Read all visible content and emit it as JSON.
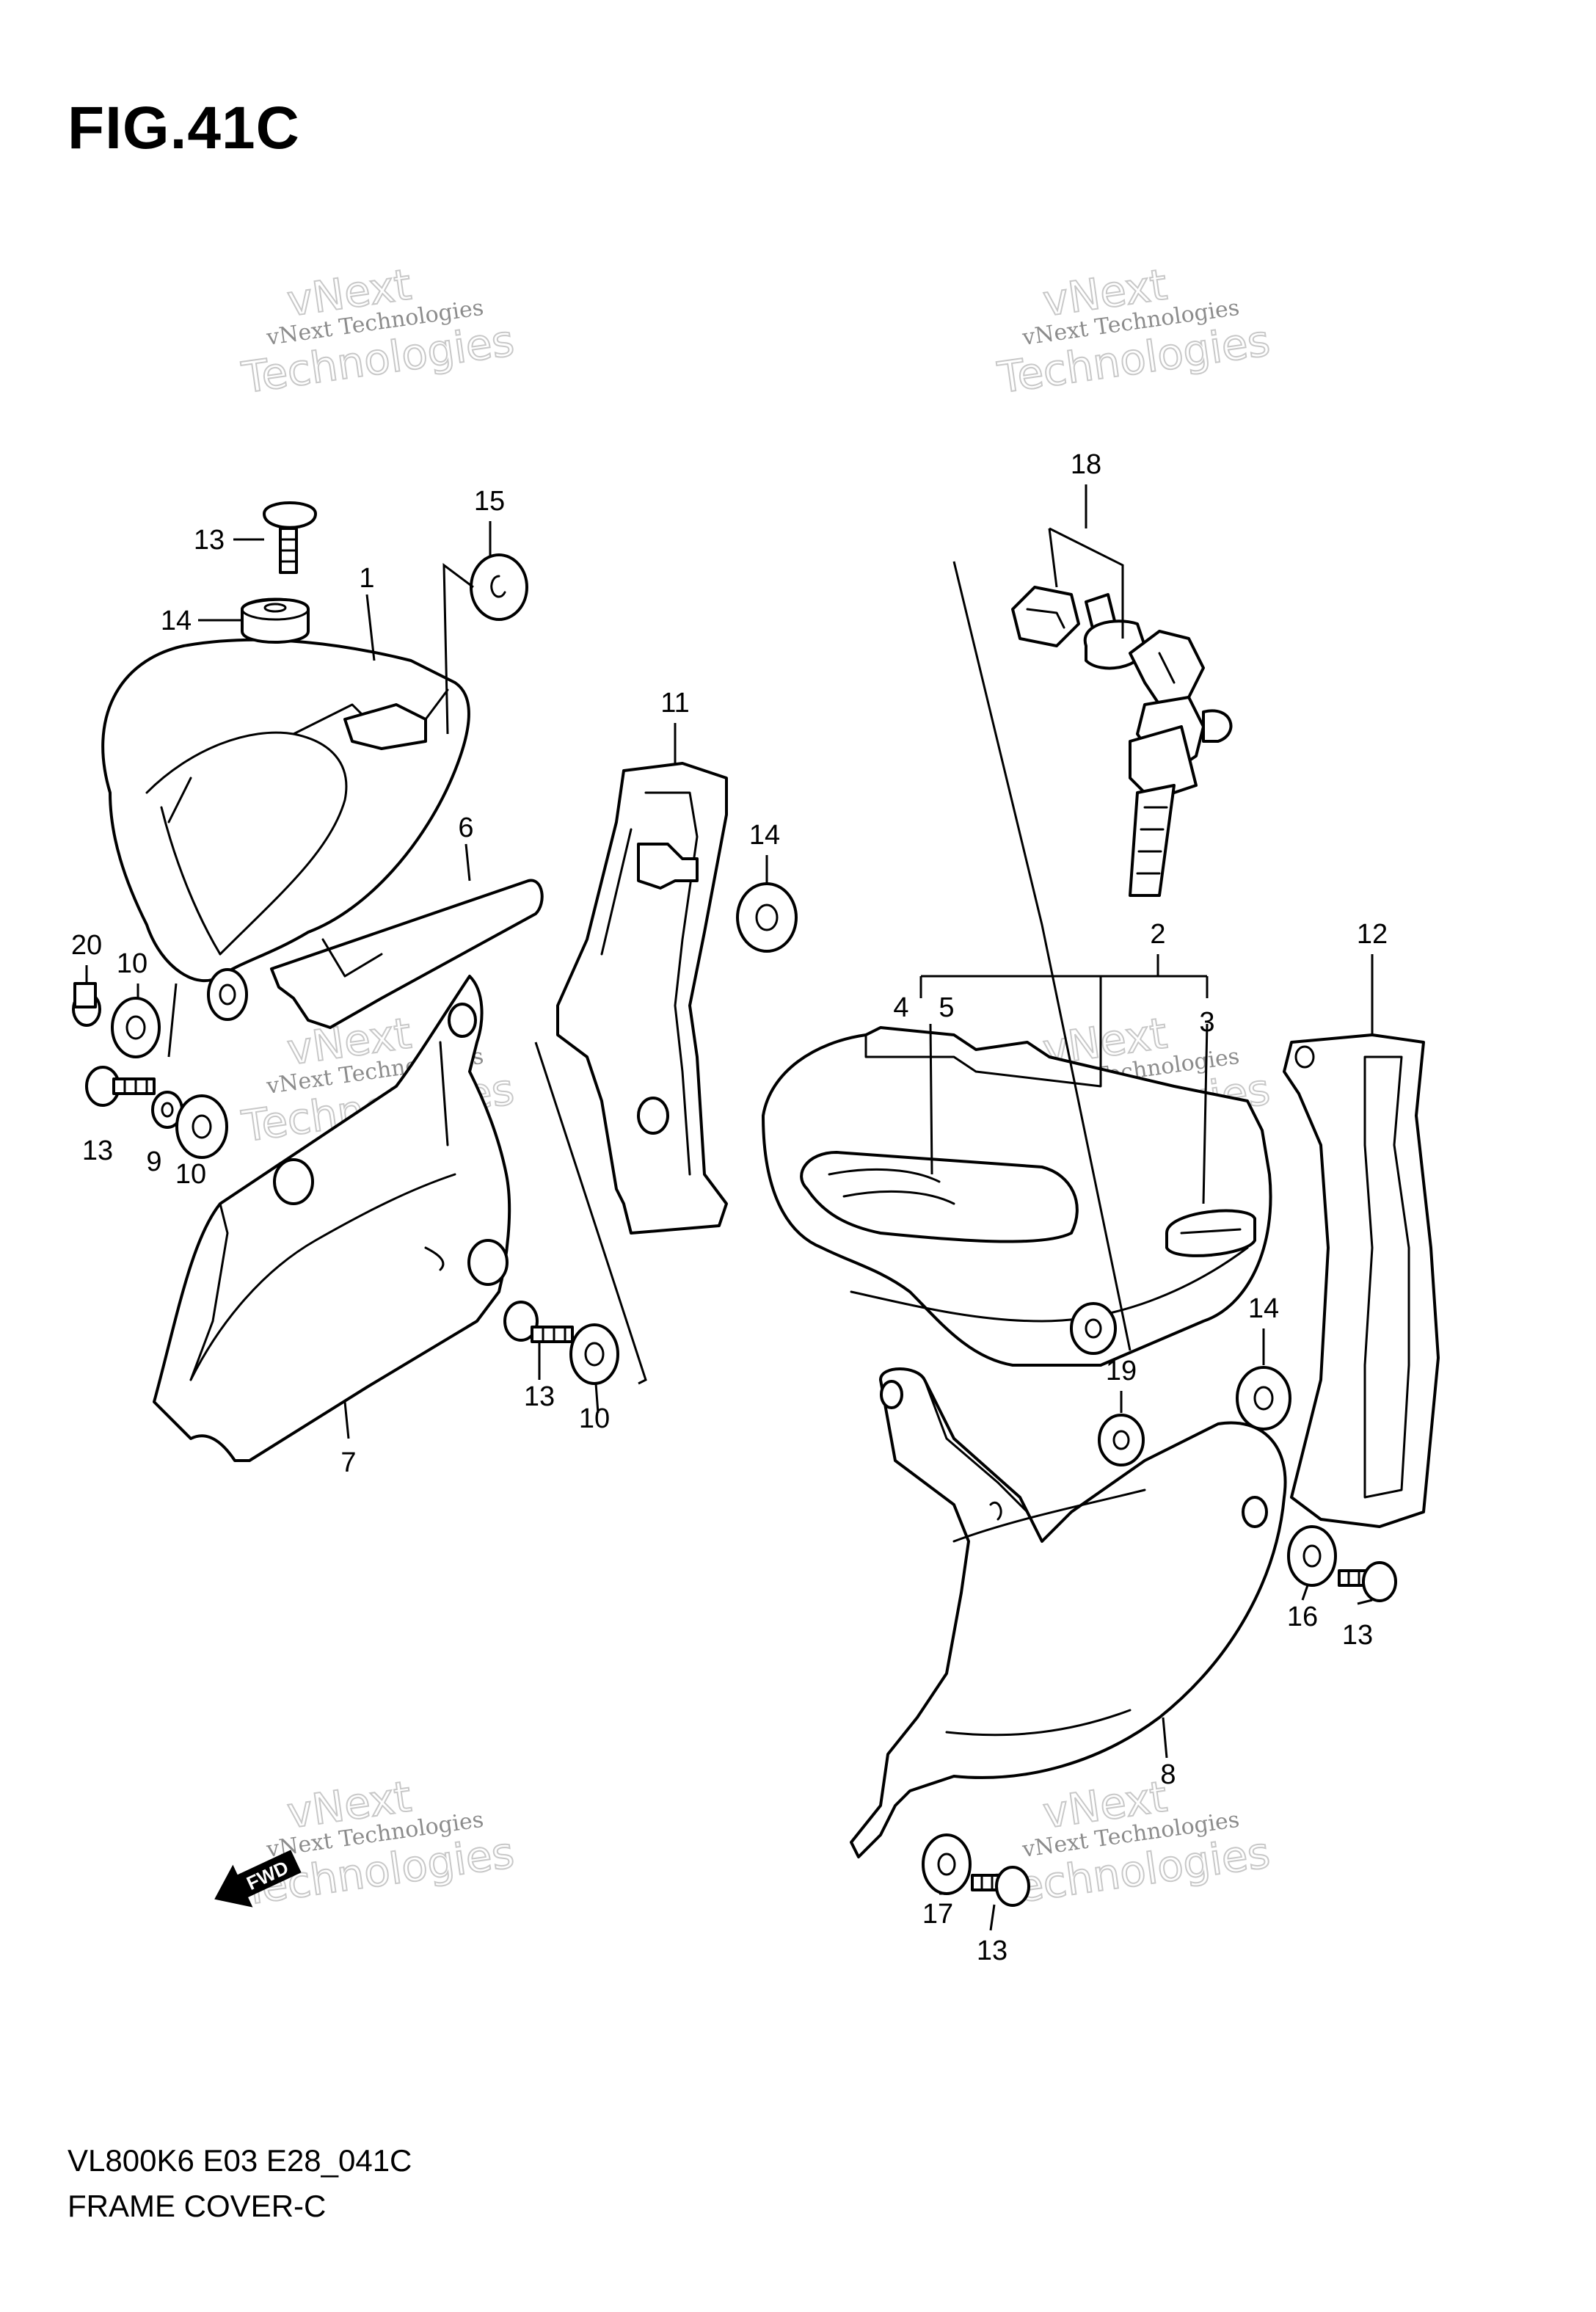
{
  "figure": {
    "title": "FIG.41C",
    "model_code": "VL800K6 E03 E28_041C",
    "name": "FRAME COVER-C"
  },
  "watermark": {
    "line1": "vNext Technologies",
    "line2": "vNext",
    "line3": "Technologies"
  },
  "badge": {
    "fwd": "FWD"
  },
  "callouts": [
    "13",
    "15",
    "14",
    "1",
    "6",
    "20",
    "10",
    "13",
    "9",
    "10",
    "7",
    "11",
    "14",
    "13",
    "10",
    "18",
    "2",
    "4",
    "5",
    "3",
    "12",
    "14",
    "19",
    "16",
    "13",
    "8",
    "17",
    "13"
  ]
}
